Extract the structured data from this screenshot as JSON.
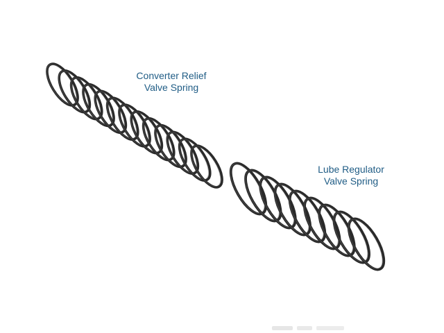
{
  "image": {
    "background_color": "#ffffff",
    "spring_color": "#2b2b2b",
    "label_color": "#1f5c85"
  },
  "labels": {
    "converter_relief": {
      "line1": "Converter Relief",
      "line2": "Valve Spring"
    },
    "lube_regulator": {
      "line1": "Lube Regulator",
      "line2": "Valve Spring"
    }
  }
}
